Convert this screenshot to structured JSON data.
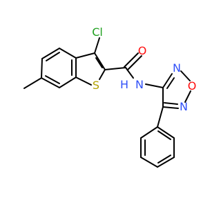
{
  "molecule": {
    "atoms": {
      "chlorine": "Cl",
      "carbonyl_oxygen": "O",
      "sulfur": "S",
      "amide_nitrogen": "N",
      "amide_hydrogen": "H",
      "ring_nitrogen_top": "N",
      "ring_oxygen": "O",
      "ring_nitrogen_bottom": "N"
    },
    "colors": {
      "bond": "#000000",
      "chlorine": "#1fa01f",
      "oxygen": "#ff0d0d",
      "sulfur": "#b3a200",
      "nitrogen": "#3050f8"
    }
  }
}
